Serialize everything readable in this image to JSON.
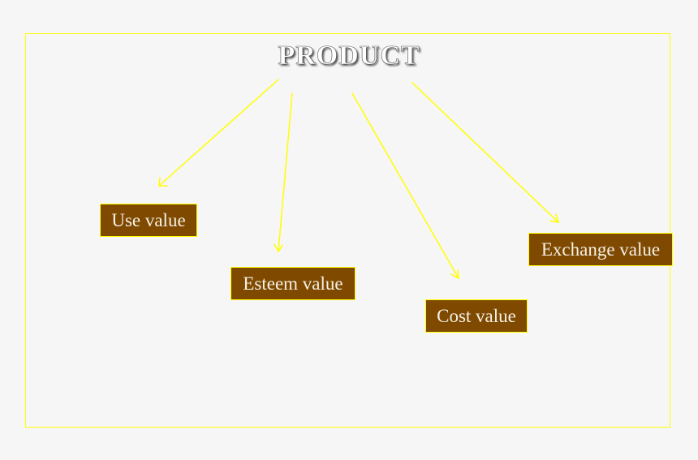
{
  "diagram": {
    "title": "PRODUCT",
    "colors": {
      "background": "#f6f6f6",
      "frame": "#ffff00",
      "arrow": "#ffff00",
      "box_fill": "#7f4a00",
      "box_border": "#ffff00",
      "box_text": "#f5f0e6"
    },
    "nodes": [
      {
        "id": "use",
        "label": "Use value"
      },
      {
        "id": "esteem",
        "label": "Esteem value"
      },
      {
        "id": "cost",
        "label": "Cost value"
      },
      {
        "id": "exchange",
        "label": "Exchange value"
      }
    ],
    "edges": [
      {
        "from": "PRODUCT",
        "to": "use"
      },
      {
        "from": "PRODUCT",
        "to": "esteem"
      },
      {
        "from": "PRODUCT",
        "to": "cost"
      },
      {
        "from": "PRODUCT",
        "to": "exchange"
      }
    ]
  }
}
